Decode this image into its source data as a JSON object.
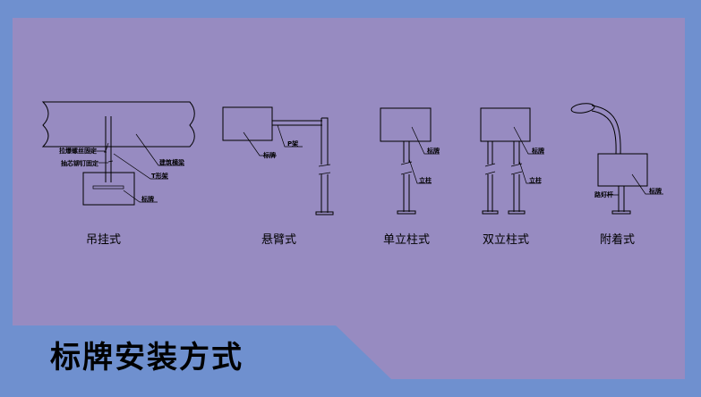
{
  "page": {
    "title": "标牌安装方式",
    "colors": {
      "frame": "#6f90cf",
      "panel": "#978bc1",
      "banner": "#6f90cf",
      "lines": "#000000"
    }
  },
  "diagrams": [
    {
      "caption": "吊挂式",
      "labels": [
        "拉爆螺丝固定",
        "抽芯铆钉固定",
        "建筑横梁",
        "T形架",
        "标牌"
      ]
    },
    {
      "caption": "悬臂式",
      "labels": [
        "P架",
        "标牌"
      ]
    },
    {
      "caption": "单立柱式",
      "labels": [
        "标牌",
        "立柱"
      ]
    },
    {
      "caption": "双立柱式",
      "labels": [
        "标牌",
        "立柱"
      ]
    },
    {
      "caption": "附着式",
      "labels": [
        "路灯杆",
        "标牌"
      ]
    }
  ]
}
